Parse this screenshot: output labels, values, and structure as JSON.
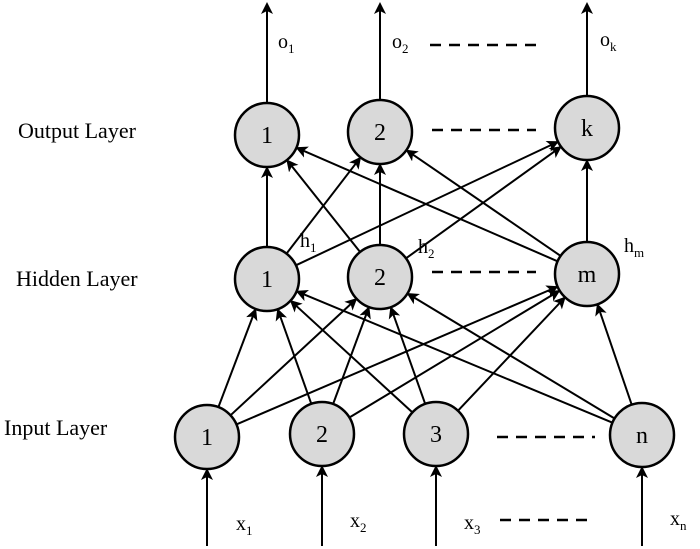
{
  "layers": {
    "output_label": "Output Layer",
    "hidden_label": "Hidden Layer",
    "input_label": "Input Layer"
  },
  "input_nodes": [
    "1",
    "2",
    "3",
    "n"
  ],
  "hidden_nodes": [
    "1",
    "2",
    "m"
  ],
  "output_nodes": [
    "1",
    "2",
    "k"
  ],
  "inputs": [
    {
      "base": "x",
      "sub": "1"
    },
    {
      "base": "x",
      "sub": "2"
    },
    {
      "base": "x",
      "sub": "3"
    },
    {
      "base": "x",
      "sub": "n"
    }
  ],
  "hidden_labels": [
    {
      "base": "h",
      "sub": "1"
    },
    {
      "base": "h",
      "sub": "2"
    },
    {
      "base": "h",
      "sub": "m"
    }
  ],
  "outputs": [
    {
      "base": "o",
      "sub": "1"
    },
    {
      "base": "o",
      "sub": "2"
    },
    {
      "base": "o",
      "sub": "k"
    }
  ]
}
